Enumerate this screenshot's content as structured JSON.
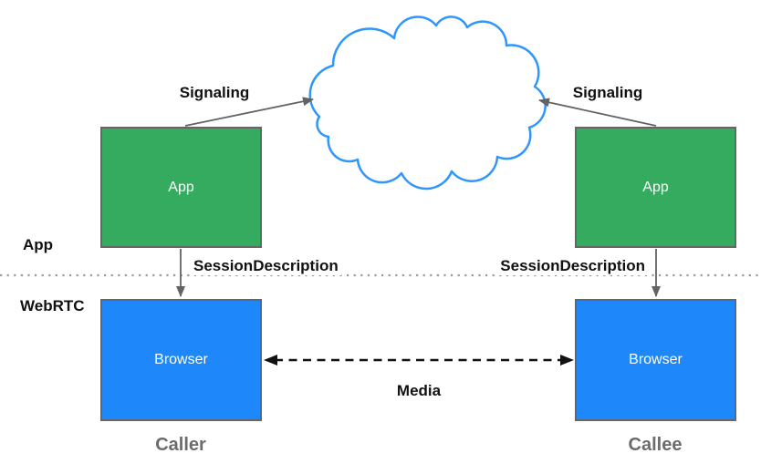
{
  "colors": {
    "app_box": "#35ab5f",
    "browser_box": "#1e88fb",
    "cloud_stroke": "#2e96fc",
    "box_border": "#666666",
    "arrow_gray": "#636363",
    "arrow_black": "#111111",
    "role_label": "#6b6b6b",
    "divider_dots": "#999999",
    "label_text": "#111111",
    "box_text": "#ffffff"
  },
  "layers": {
    "app": "App",
    "webrtc": "WebRTC"
  },
  "nodes": {
    "caller_app": {
      "label": "App"
    },
    "callee_app": {
      "label": "App"
    },
    "caller_browser": {
      "label": "Browser"
    },
    "callee_browser": {
      "label": "Browser"
    }
  },
  "edges": {
    "signaling_left": {
      "label": "Signaling"
    },
    "signaling_right": {
      "label": "Signaling"
    },
    "session_description_left": {
      "label": "SessionDescription"
    },
    "session_description_right": {
      "label": "SessionDescription"
    },
    "media": {
      "label": "Media"
    }
  },
  "roles": {
    "caller": "Caller",
    "callee": "Callee"
  }
}
